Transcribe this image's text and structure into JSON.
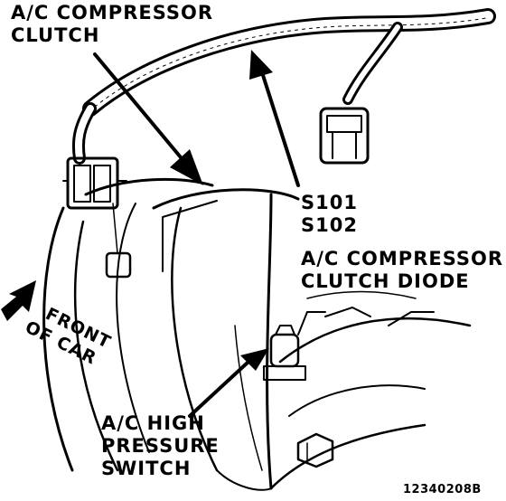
{
  "labels": {
    "compressor_clutch": [
      "A/C COMPRESSOR",
      "CLUTCH"
    ],
    "splices": [
      "S101",
      "S102"
    ],
    "diode": [
      "A/C COMPRESSOR",
      "CLUTCH DIODE"
    ],
    "front_of_car": [
      "FRONT",
      "OF CAR"
    ],
    "pressure_switch": [
      "A/C HIGH",
      "PRESSURE",
      "SWITCH"
    ],
    "figure_id": "12340208B"
  },
  "colors": {
    "ink": "#000000",
    "paper": "#ffffff"
  },
  "icons": {
    "direction": "front-of-car-arrow-icon"
  }
}
